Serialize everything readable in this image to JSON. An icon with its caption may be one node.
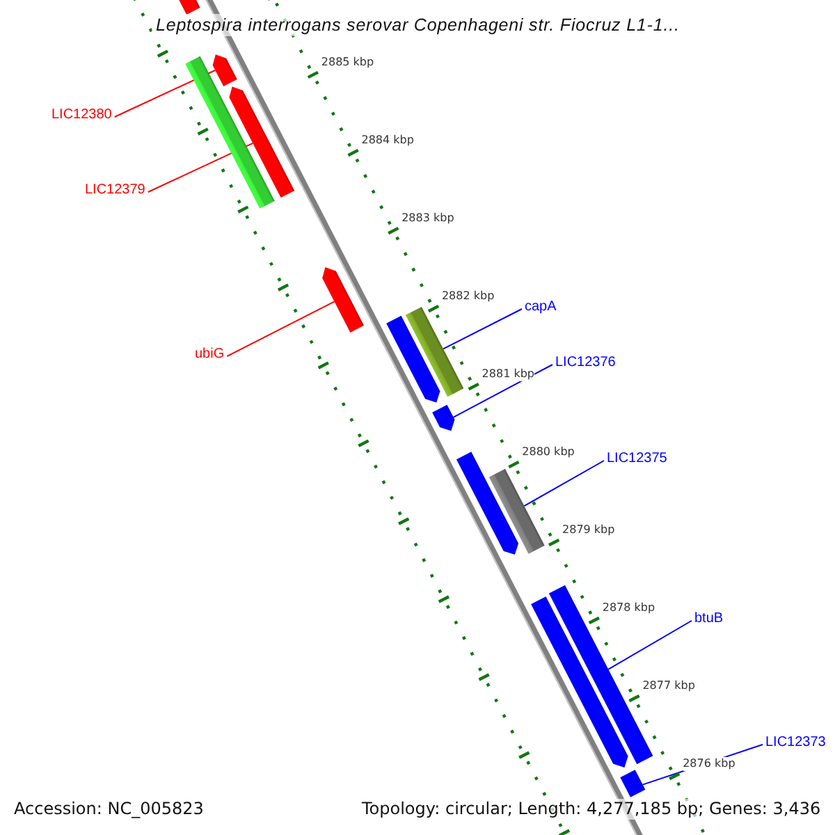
{
  "diagram": {
    "title": "Leptospira interrogans serovar Copenhageni str. Fiocruz L1-1...",
    "nodes": [
      {
        "text": [],
        "shape": "pentagon"
      },
      {
        "text": [],
        "shape": "pentagon"
      },
      {
        "text": [],
        "shape": "bar"
      },
      {
        "text": [],
        "shape": "pentagon"
      },
      {
        "text": [
          "LIC12380"
        ]
      },
      {
        "text": [
          "LIC12379"
        ]
      },
      {
        "text": [],
        "shape": "pentagon"
      },
      {
        "text": [
          "ubiG"
        ]
      },
      {
        "text": [
          "capA"
        ]
      },
      {
        "text": [],
        "shape": "pentagon"
      },
      {
        "text": [],
        "shape": "bar"
      },
      {
        "text": [
          "LIC12376"
        ]
      },
      {
        "text": [],
        "shape": "pentagon"
      },
      {
        "text": [
          "LIC12375"
        ]
      },
      {
        "text": [],
        "shape": "pentagon"
      },
      {
        "text": [],
        "shape": "bar"
      },
      {
        "text": [
          "btuB"
        ]
      },
      {
        "text": [],
        "shape": "pentagon"
      },
      {
        "text": [],
        "shape": "bar"
      },
      {
        "text": [
          "LIC12373"
        ]
      },
      {
        "text": [],
        "shape": "pentagon"
      }
    ],
    "edges": [
      {
        "from": 4,
        "to": 1,
        "arrow": "none",
        "color": "#ff0000"
      },
      {
        "from": 5,
        "to": 3,
        "arrow": "none",
        "color": "#ff0000"
      },
      {
        "from": 7,
        "to": 6,
        "arrow": "none",
        "color": "#ff0000"
      },
      {
        "from": 8,
        "to": 10,
        "arrow": "none"
      },
      {
        "from": 11,
        "to": 12,
        "arrow": "none"
      },
      {
        "from": 13,
        "to": 15,
        "arrow": "none"
      },
      {
        "from": 16,
        "to": 18,
        "arrow": "none"
      },
      {
        "from": 19,
        "to": 20,
        "arrow": "none"
      }
    ],
    "labels": [
      "2885 kbp",
      "2884 kbp",
      "2883 kbp",
      "2882 kbp",
      "2881 kbp",
      "2880 kbp",
      "2879 kbp",
      "2878 kbp",
      "2877 kbp",
      "2876 kbp",
      "Accession: NC_005823",
      "Topology: circular; Length: 4,277,185 bp; Genes: 3,436"
    ]
  }
}
